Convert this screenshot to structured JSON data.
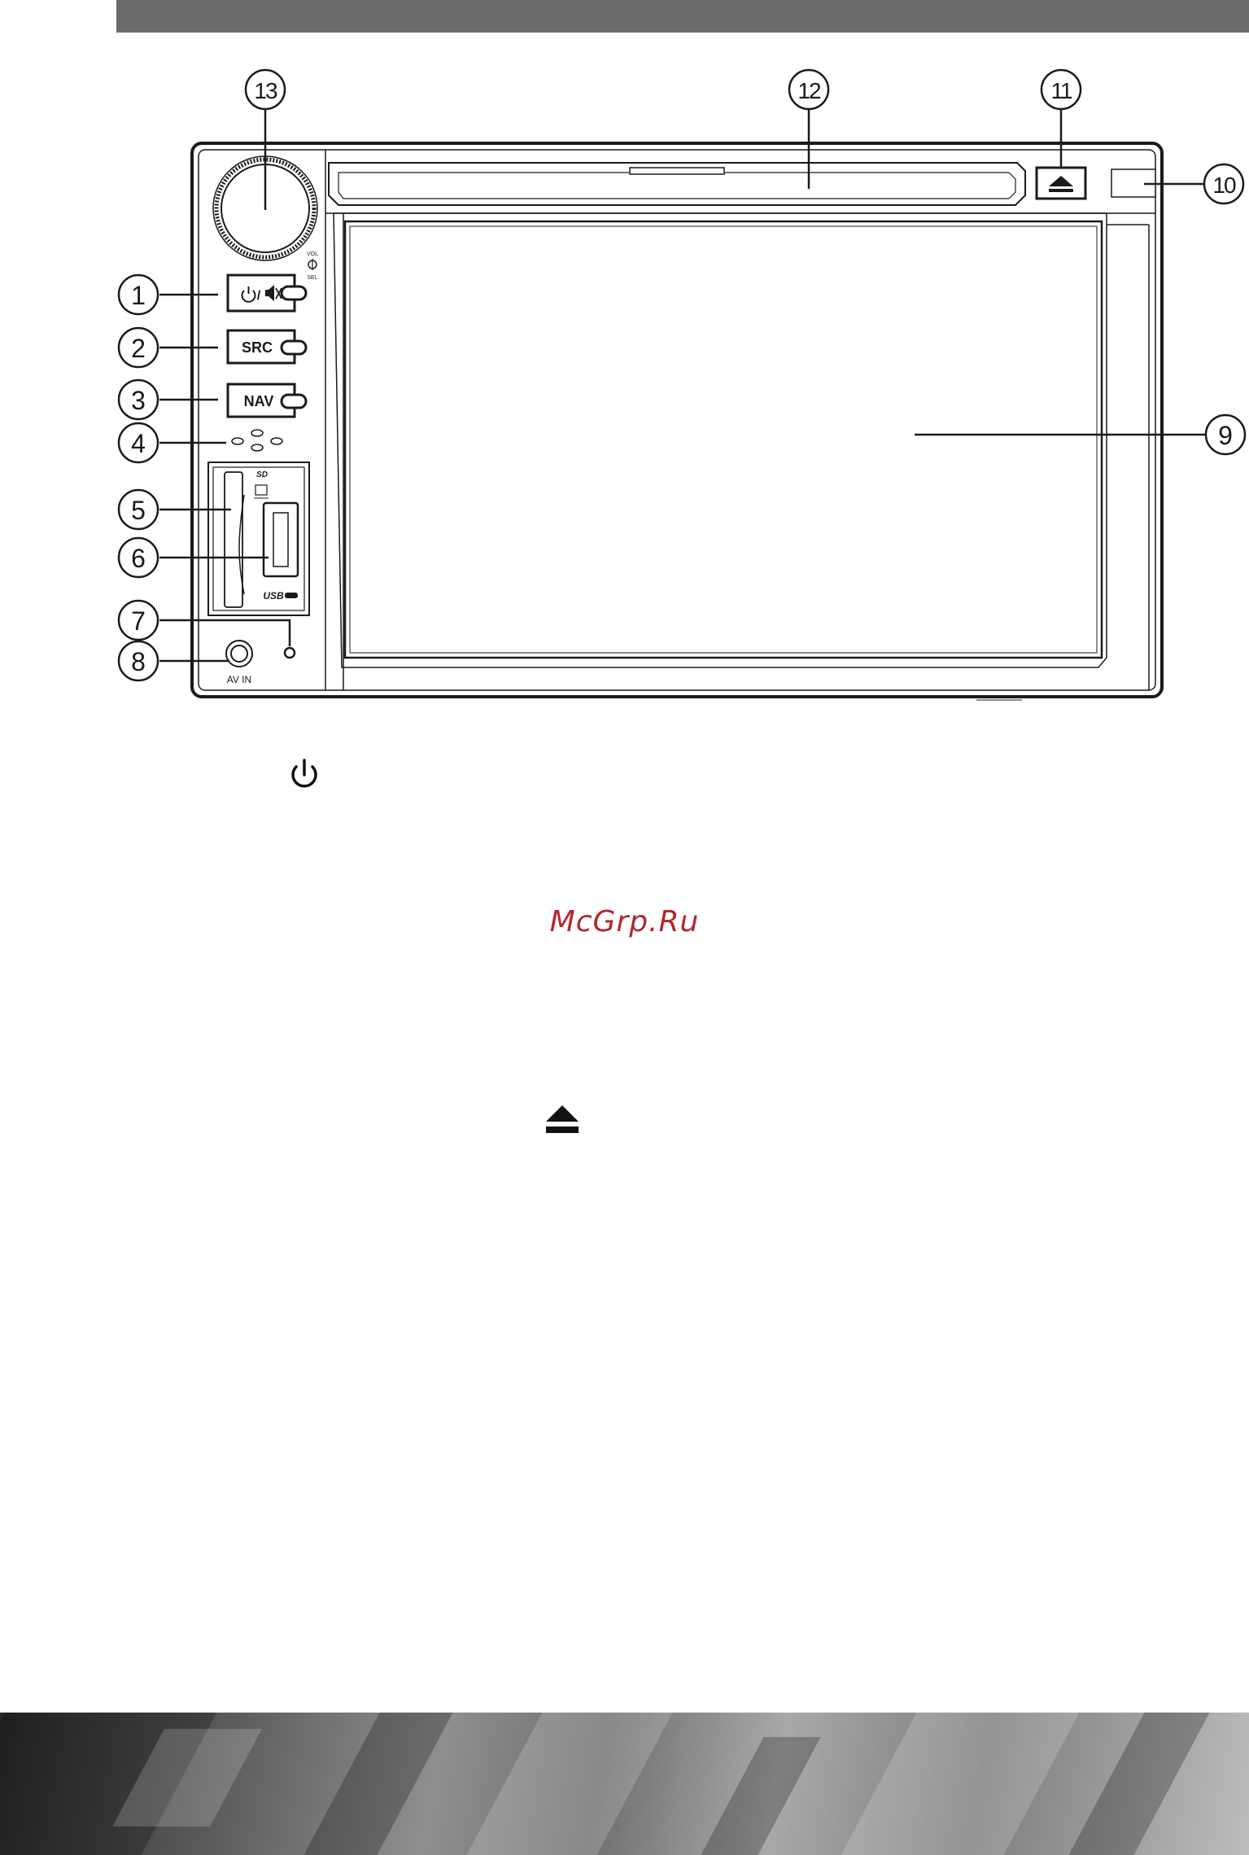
{
  "callouts": [
    {
      "num": "1"
    },
    {
      "num": "2"
    },
    {
      "num": "3"
    },
    {
      "num": "4"
    },
    {
      "num": "5"
    },
    {
      "num": "6"
    },
    {
      "num": "7"
    },
    {
      "num": "8"
    },
    {
      "num": "9"
    },
    {
      "num": "10"
    },
    {
      "num": "11"
    },
    {
      "num": "12"
    },
    {
      "num": "13"
    }
  ],
  "device": {
    "power_mute_label": "/",
    "src_label": "SRC",
    "nav_label": "NAV",
    "vol_label": "VOL",
    "sel_label": "SEL",
    "sd_label": "SD",
    "usb_label": "USB",
    "av_in_label": "AV IN"
  },
  "watermark": "McGrp.Ru",
  "icons": {
    "power": "power-icon",
    "eject": "eject-icon",
    "mute": "mute-icon"
  }
}
